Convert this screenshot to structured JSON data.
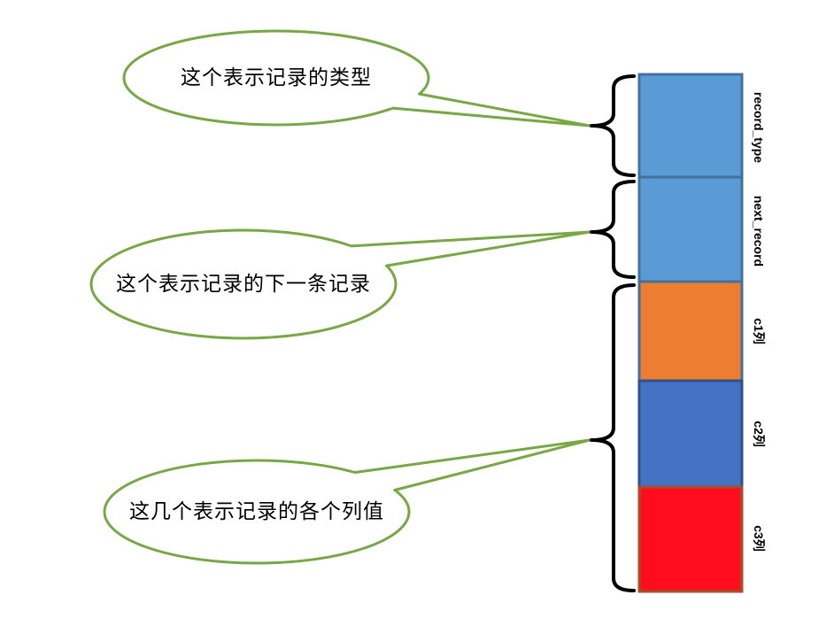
{
  "groups": [
    {
      "callout": "这个表示记录的类型",
      "blocks": [
        {
          "label": "record_type",
          "fill": "#5b9bd5",
          "border": "#41719c"
        }
      ]
    },
    {
      "callout": "这个表示记录的下一条记录",
      "blocks": [
        {
          "label": "next_record",
          "fill": "#5b9bd5",
          "border": "#41719c"
        }
      ]
    },
    {
      "callout": "这几个表示记录的各个列值",
      "blocks": [
        {
          "label": "c1列",
          "fill": "#ed7d31",
          "border": "#41719c"
        },
        {
          "label": "c2列",
          "fill": "#4472c4",
          "border": "#2f528f"
        },
        {
          "label": "c3列",
          "fill": "#ff0d1d",
          "border": "#a0522d"
        }
      ]
    }
  ],
  "colors": {
    "callout_outline": "#77a843",
    "brace": "#000000"
  }
}
